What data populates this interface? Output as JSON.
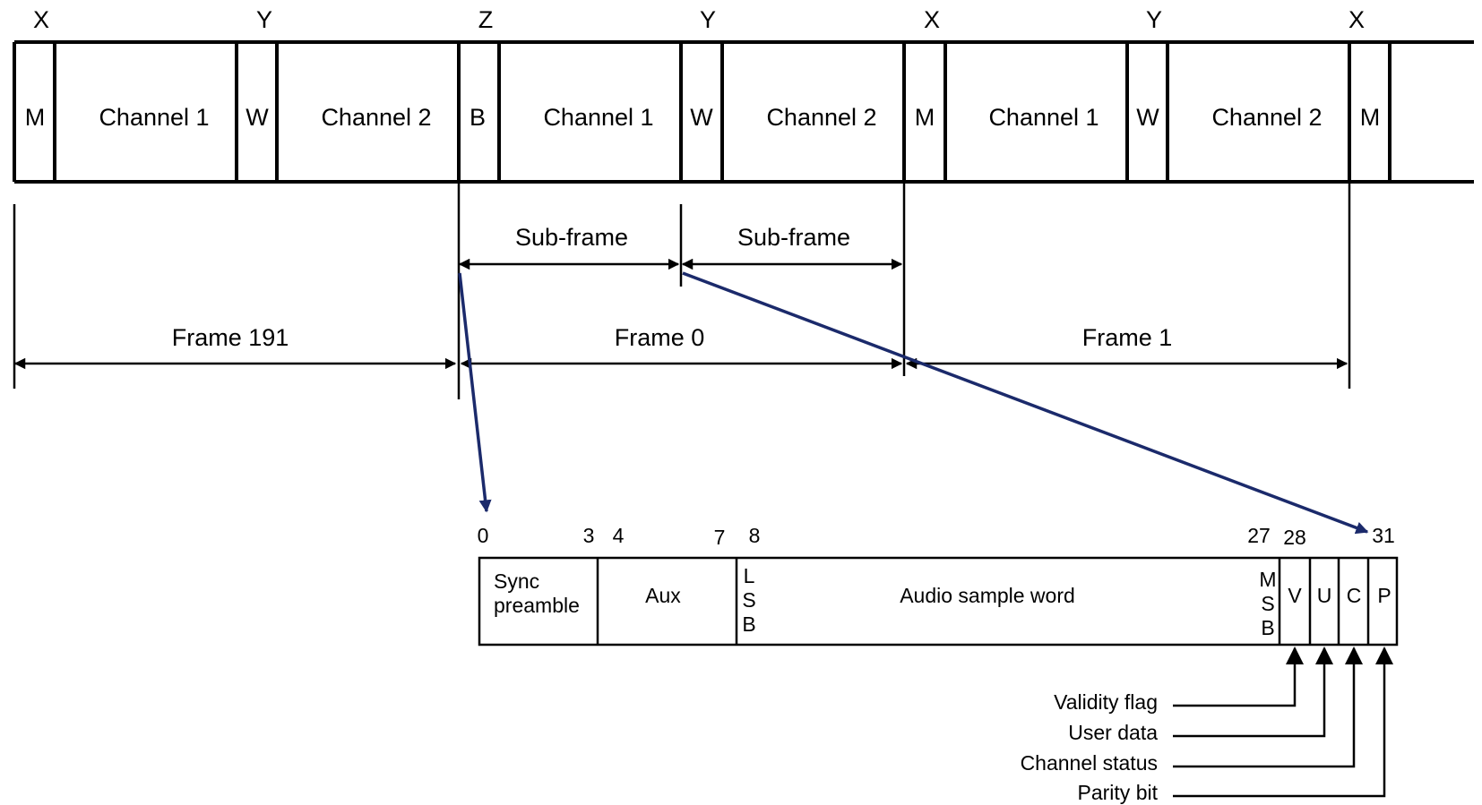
{
  "preambles": [
    "X",
    "Y",
    "Z",
    "Y",
    "X",
    "Y",
    "X"
  ],
  "stream_cells": [
    "M",
    "Channel 1",
    "W",
    "Channel 2",
    "B",
    "Channel 1",
    "W",
    "Channel 2",
    "M",
    "Channel 1",
    "W",
    "Channel 2",
    "M"
  ],
  "subframe_labels": [
    "Sub-frame",
    "Sub-frame"
  ],
  "frame_labels": [
    "Frame 191",
    "Frame 0",
    "Frame 1"
  ],
  "bit_numbers": [
    "0",
    "3",
    "4",
    "7",
    "8",
    "27",
    "28",
    "31"
  ],
  "subframe_fields": {
    "sync": [
      "Sync",
      "preamble"
    ],
    "aux": "Aux",
    "lsb": [
      "L",
      "S",
      "B"
    ],
    "audio": "Audio sample word",
    "msb": [
      "M",
      "S",
      "B"
    ],
    "flags": [
      "V",
      "U",
      "C",
      "P"
    ]
  },
  "flag_descriptions": [
    "Validity flag",
    "User data",
    "Channel status",
    "Parity bit"
  ],
  "colors": {
    "zoom_line": "#1b2a6b",
    "line": "#000000"
  }
}
